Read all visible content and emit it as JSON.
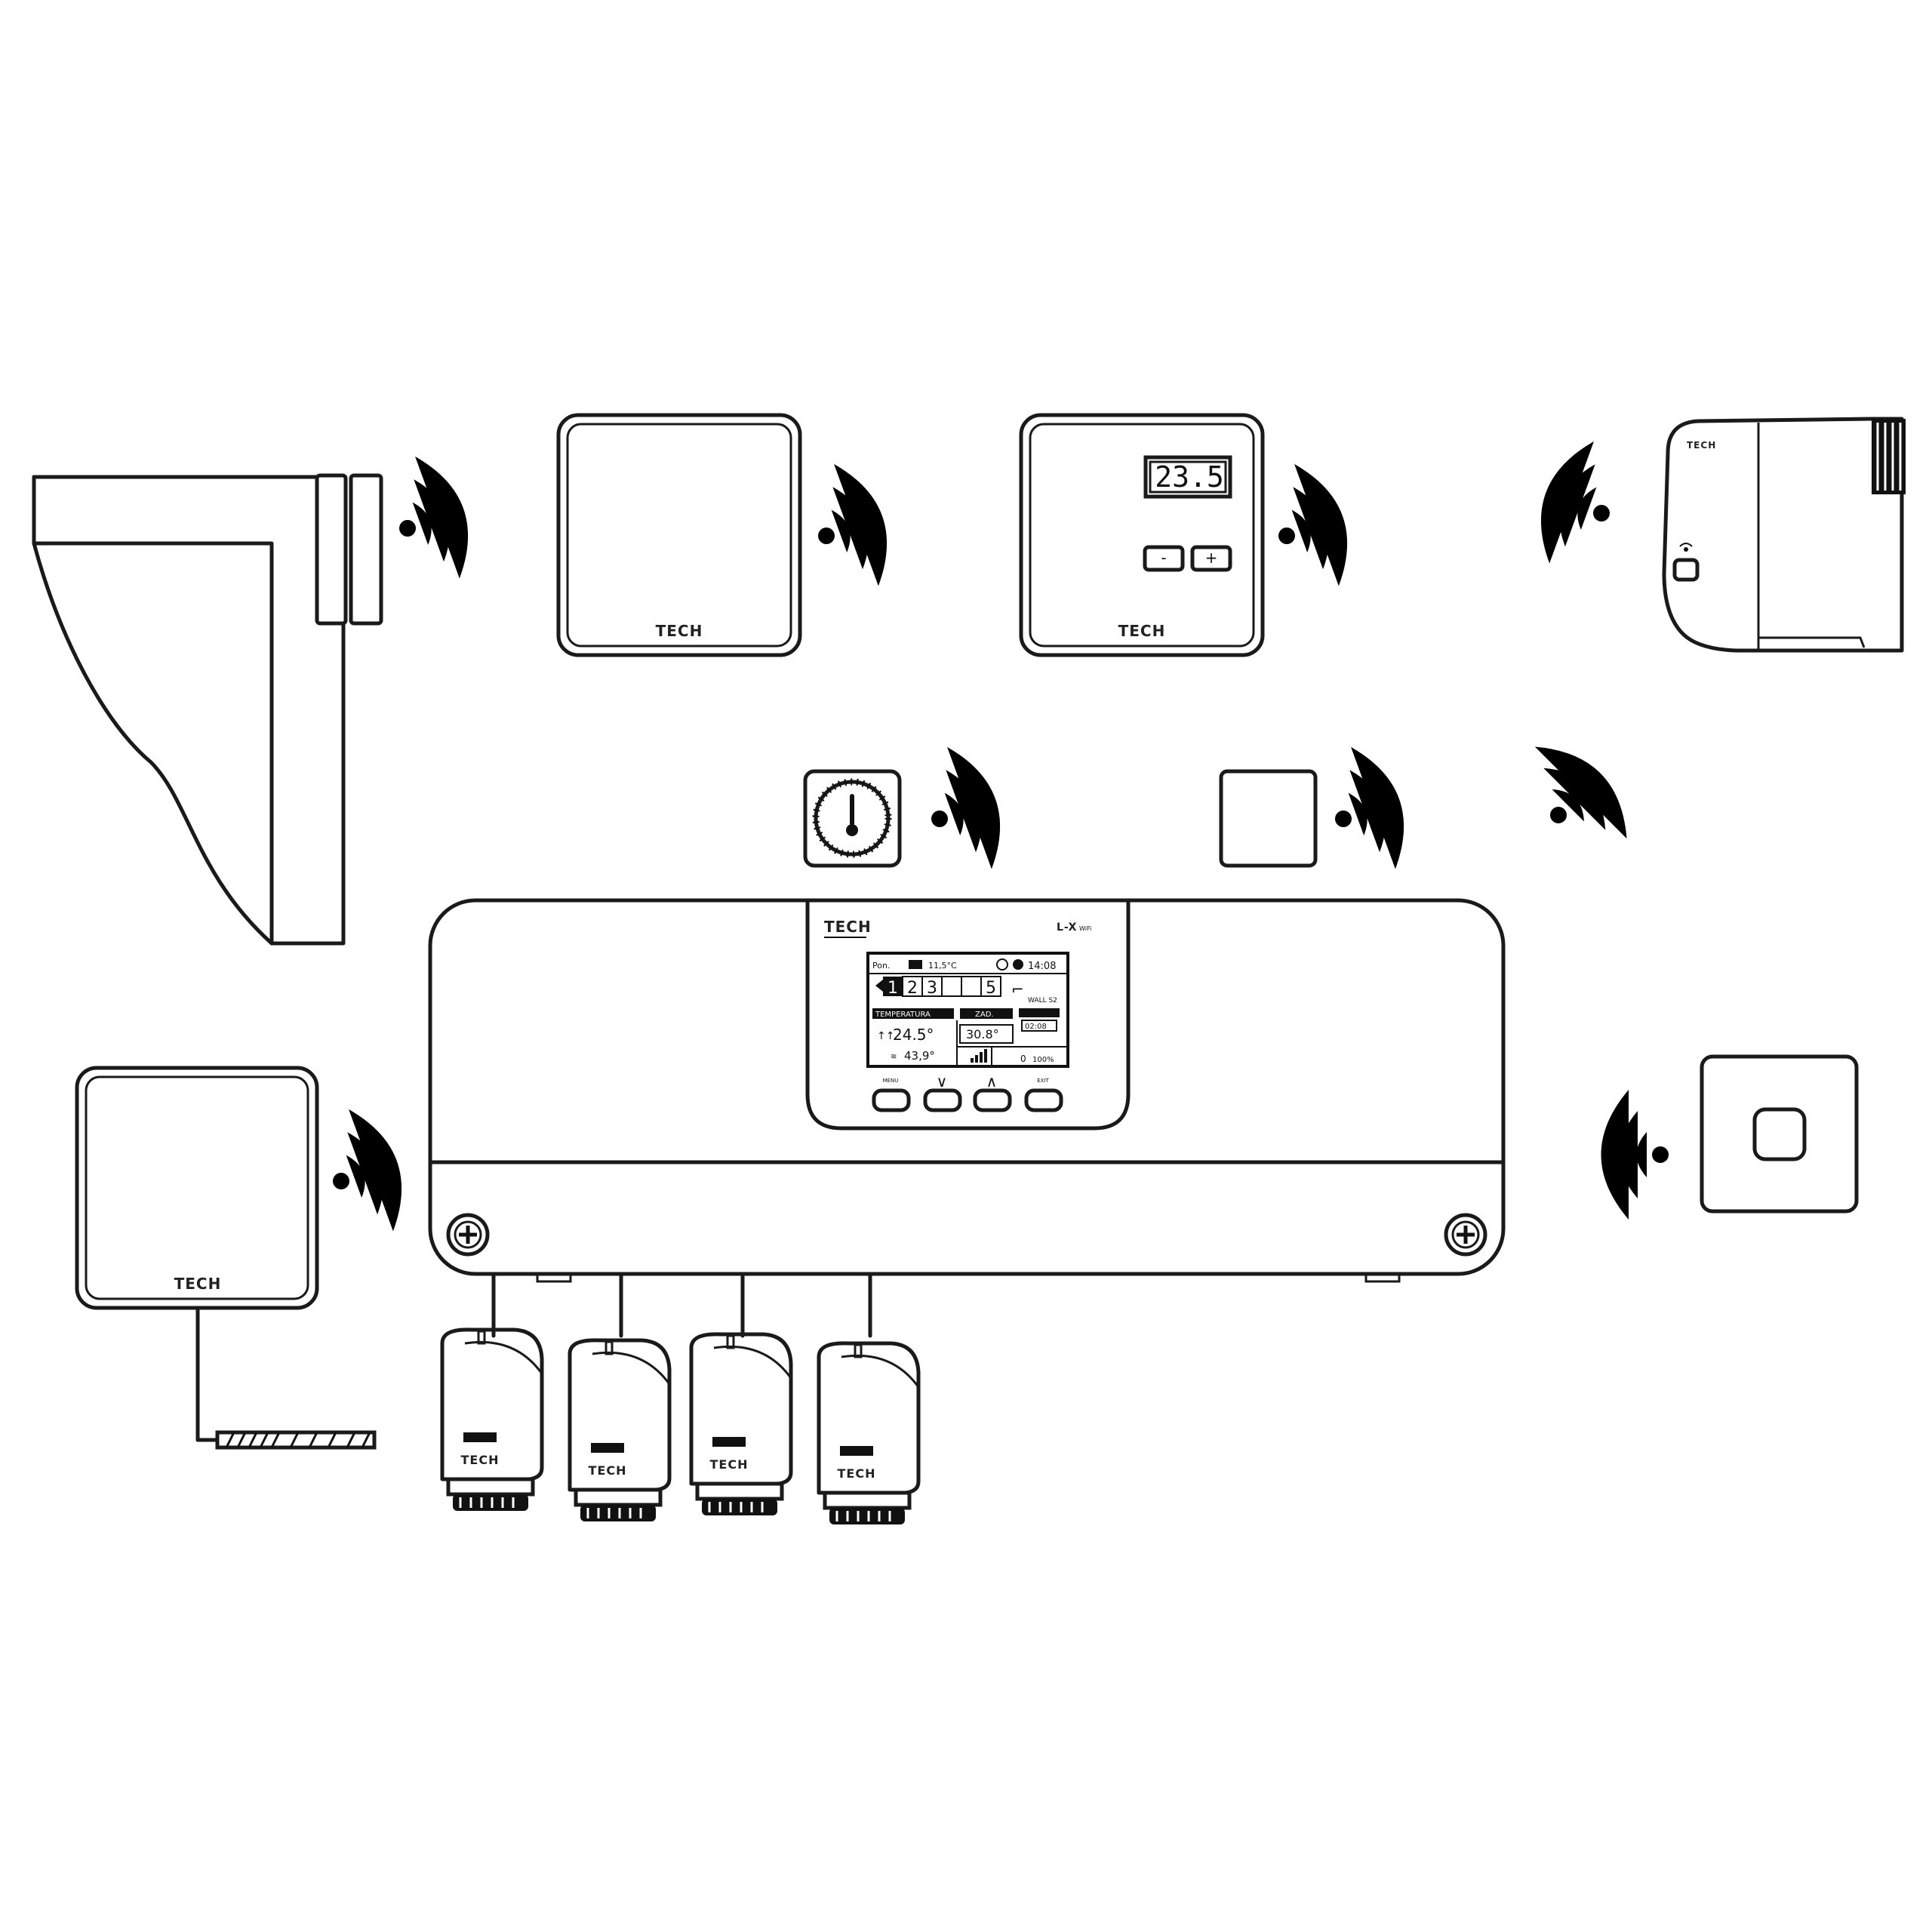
{
  "brand": "TECH",
  "devices": {
    "window_sensor": {},
    "room_sensor_top": {
      "logo": "TECH"
    },
    "room_regulator": {
      "logo": "TECH",
      "display_value": "23.5",
      "minus_label": "-",
      "plus_label": "+"
    },
    "radiator_actuator": {
      "logo": "TECH"
    },
    "floor_sensor": {},
    "repeater": {},
    "room_sensor_left": {
      "logo": "TECH"
    },
    "wifi_module": {}
  },
  "controller": {
    "brand": "TECH",
    "model": "L-X",
    "model_suffix": "WiFi",
    "screen": {
      "day": "Pon.",
      "outdoor_temp": "11,5°C",
      "time": "14:08",
      "zones": [
        "1",
        "2",
        "3",
        "",
        "",
        "5"
      ],
      "zone_tag": "WALL S2",
      "temp_header": "TEMPERATURA",
      "set_header": "ZAD.",
      "current_temp": "24.5°",
      "floor_temp": "43,9°",
      "set_temp": "30.8°",
      "timer": "02:08",
      "valve_open": "100%",
      "valve_index": "0"
    },
    "buttons": [
      {
        "label": "MENU"
      },
      {
        "label": "∨"
      },
      {
        "label": "∧"
      },
      {
        "label": "EXIT"
      }
    ]
  },
  "actuators": [
    {
      "logo": "TECH"
    },
    {
      "logo": "TECH"
    },
    {
      "logo": "TECH"
    },
    {
      "logo": "TECH"
    }
  ]
}
